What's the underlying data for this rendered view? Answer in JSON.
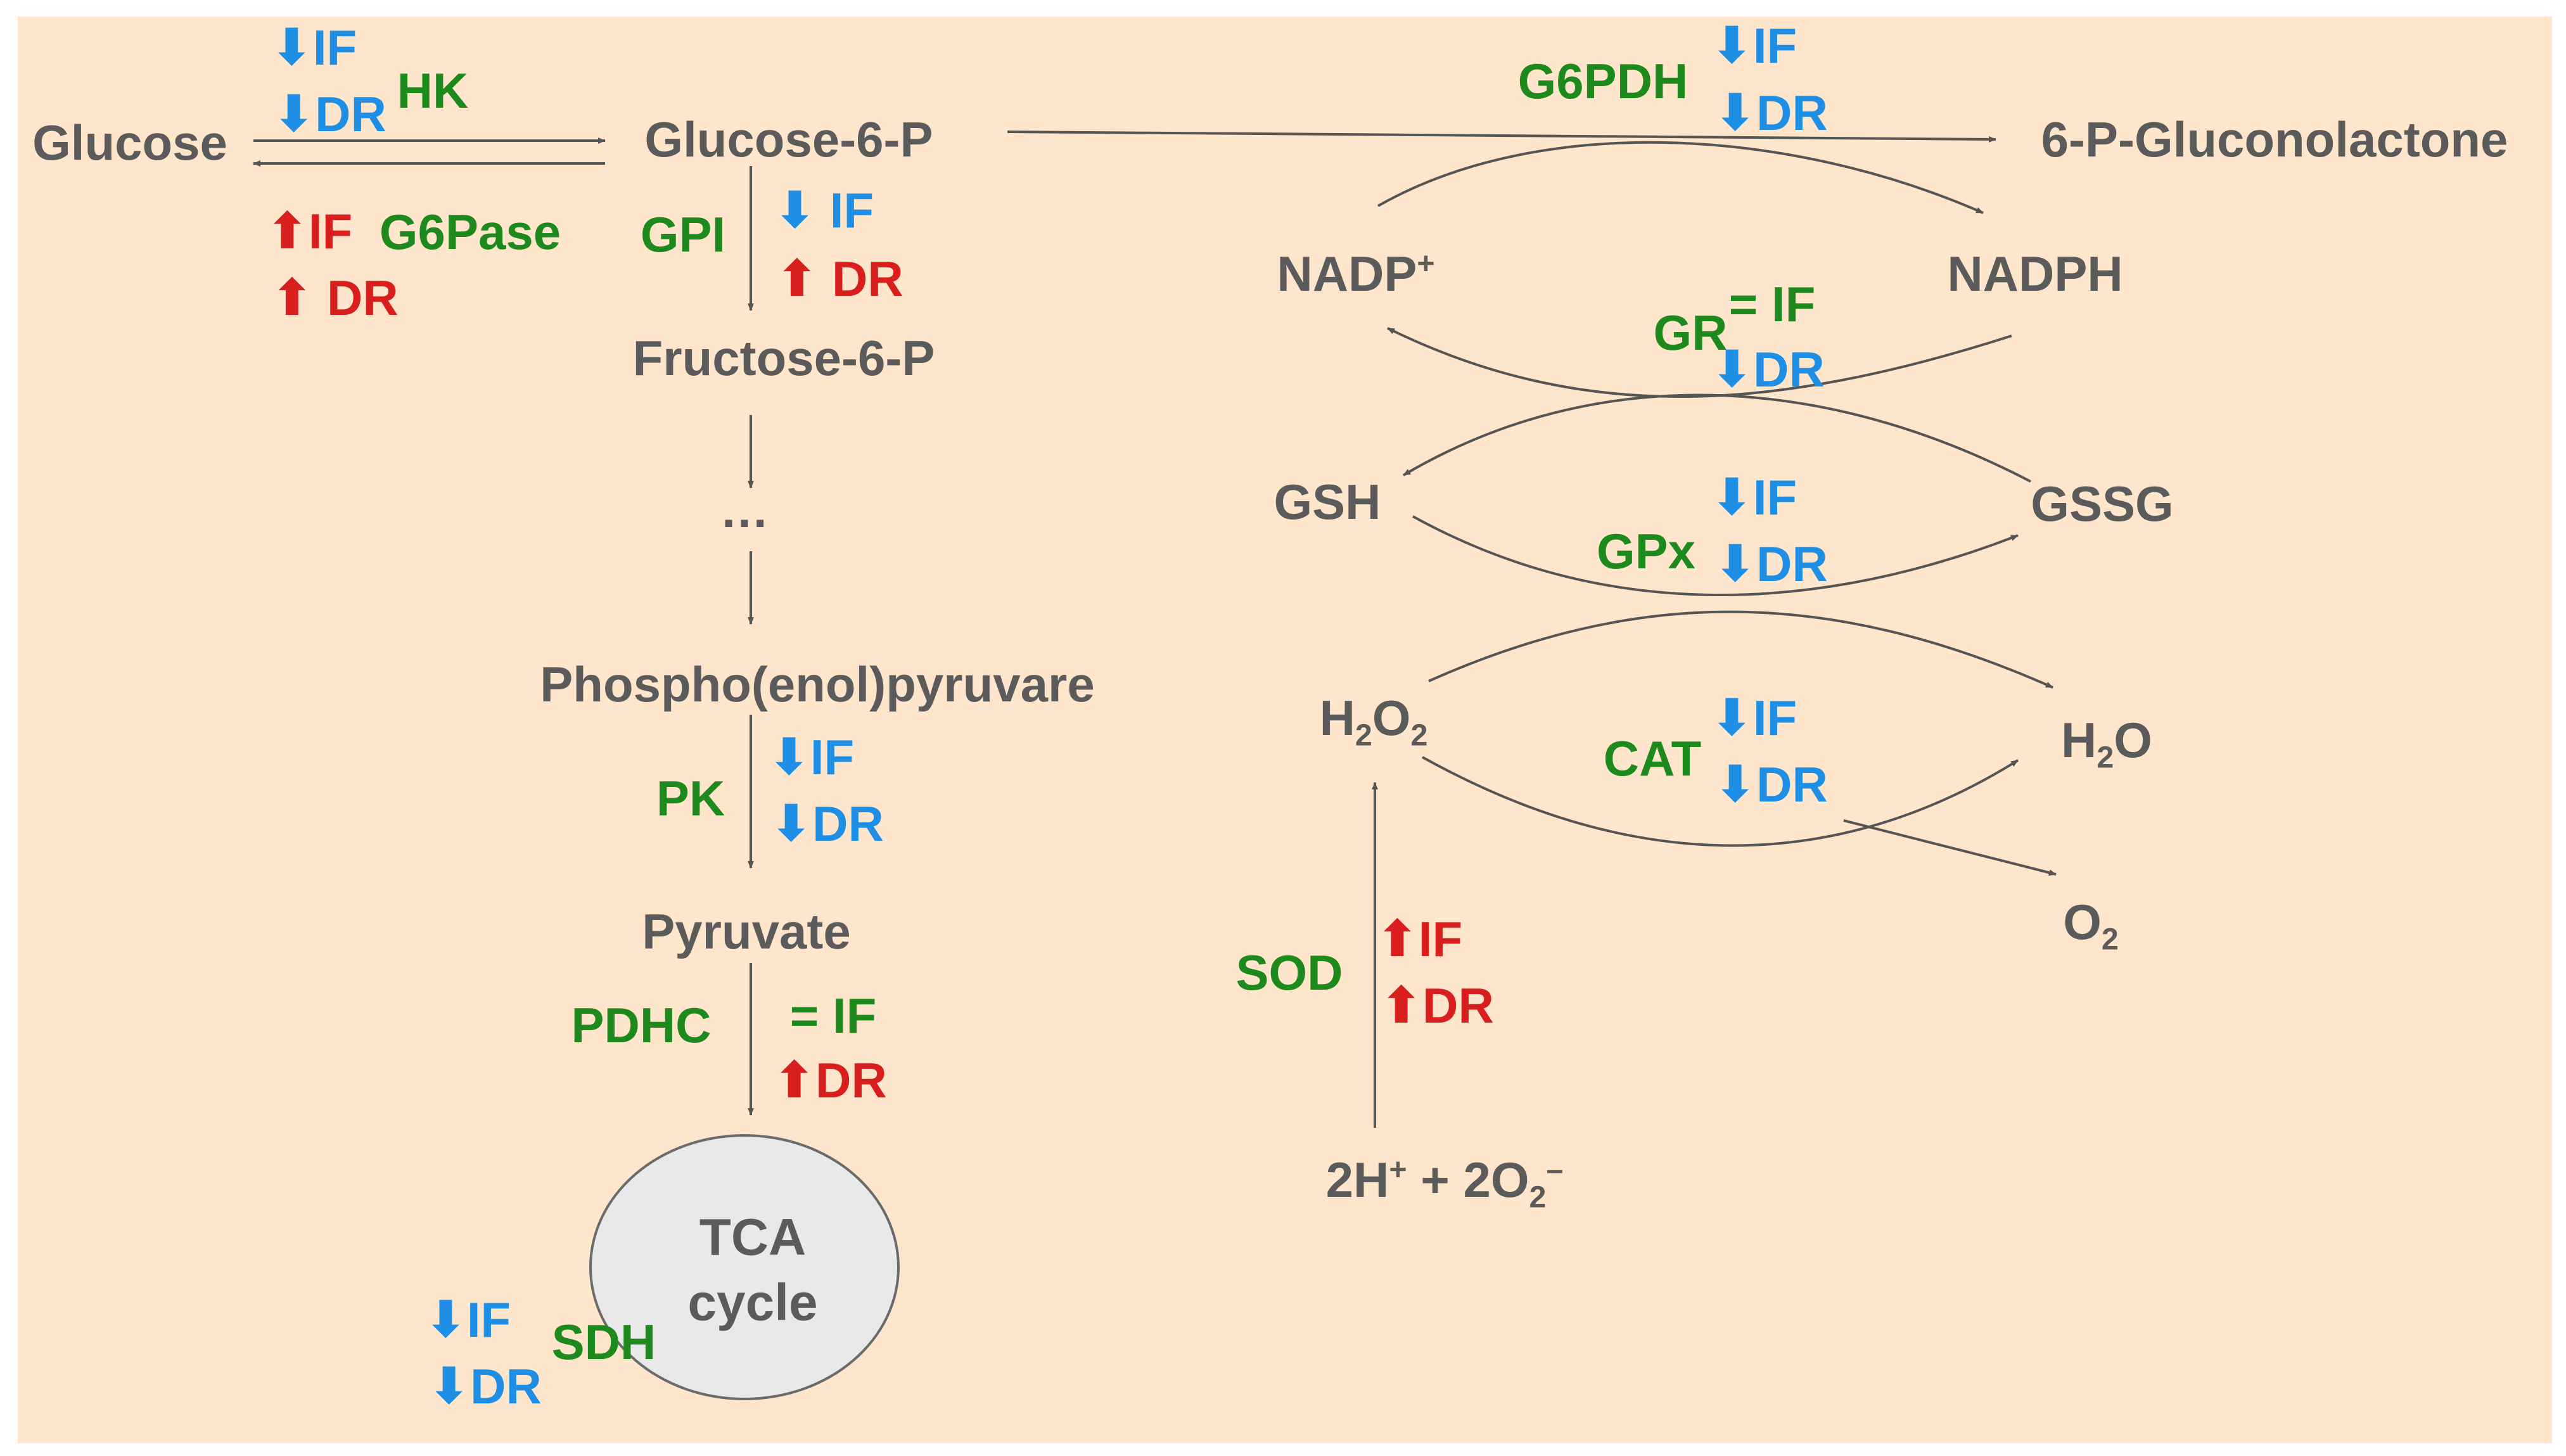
{
  "colors": {
    "background": "#fde6cc",
    "metabolite": "#5b5b5b",
    "enzyme": "#1e8a1e",
    "decrease": "#1f8fe6",
    "increase": "#d91e1e",
    "arrow": "#555555",
    "tca_fill": "#e9e9e9"
  },
  "arrow_symbols": {
    "down": "⬇",
    "up": "⬆",
    "eq": "="
  },
  "metabolites": {
    "glucose": "Glucose",
    "g6p": "Glucose-6-P",
    "f6p": "Fructose-6-P",
    "ellipsis": "…",
    "pep": "Phospho(enol)pyruvare",
    "pyruvate": "Pyruvate",
    "gluconolactone": "6-P-Gluconolactone",
    "nadp_base": "NADP",
    "nadp_sup": "+",
    "nadph": "NADPH",
    "gsh": "GSH",
    "gssg": "GSSG",
    "h2o2_a": "H",
    "h2o2_sub1": "2",
    "h2o2_b": "O",
    "h2o2_sub2": "2",
    "h2o_a": "H",
    "h2o_sub": "2",
    "h2o_b": "O",
    "o2_a": "O",
    "o2_sub": "2",
    "superoxide_a": "2H",
    "superoxide_sup1": "+",
    "superoxide_b": " + 2O",
    "superoxide_sub": "2",
    "superoxide_sup2": "–"
  },
  "tca": {
    "line1": "TCA",
    "line2": "cycle"
  },
  "enzymes": [
    {
      "name": "HK",
      "effects": [
        {
          "dir": "down",
          "label": "IF"
        },
        {
          "dir": "down",
          "label": "DR"
        }
      ]
    },
    {
      "name": "G6Pase",
      "effects": [
        {
          "dir": "up",
          "label": "IF"
        },
        {
          "dir": "up",
          "label": "DR"
        }
      ]
    },
    {
      "name": "GPI",
      "effects": [
        {
          "dir": "down",
          "label": "IF"
        },
        {
          "dir": "up",
          "label": "DR"
        }
      ]
    },
    {
      "name": "PK",
      "effects": [
        {
          "dir": "down",
          "label": "IF"
        },
        {
          "dir": "down",
          "label": "DR"
        }
      ]
    },
    {
      "name": "PDHC",
      "effects": [
        {
          "dir": "eq",
          "label": "IF"
        },
        {
          "dir": "up",
          "label": "DR"
        }
      ]
    },
    {
      "name": "SDH",
      "effects": [
        {
          "dir": "down",
          "label": "IF"
        },
        {
          "dir": "down",
          "label": "DR"
        }
      ]
    },
    {
      "name": "G6PDH",
      "effects": [
        {
          "dir": "down",
          "label": "IF"
        },
        {
          "dir": "down",
          "label": "DR"
        }
      ]
    },
    {
      "name": "GR",
      "effects": [
        {
          "dir": "eq",
          "label": "IF"
        },
        {
          "dir": "down",
          "label": "DR"
        }
      ]
    },
    {
      "name": "GPx",
      "effects": [
        {
          "dir": "down",
          "label": "IF"
        },
        {
          "dir": "down",
          "label": "DR"
        }
      ]
    },
    {
      "name": "CAT",
      "effects": [
        {
          "dir": "down",
          "label": "IF"
        },
        {
          "dir": "down",
          "label": "DR"
        }
      ]
    },
    {
      "name": "SOD",
      "effects": [
        {
          "dir": "up",
          "label": "IF"
        },
        {
          "dir": "up",
          "label": "DR"
        }
      ]
    }
  ]
}
